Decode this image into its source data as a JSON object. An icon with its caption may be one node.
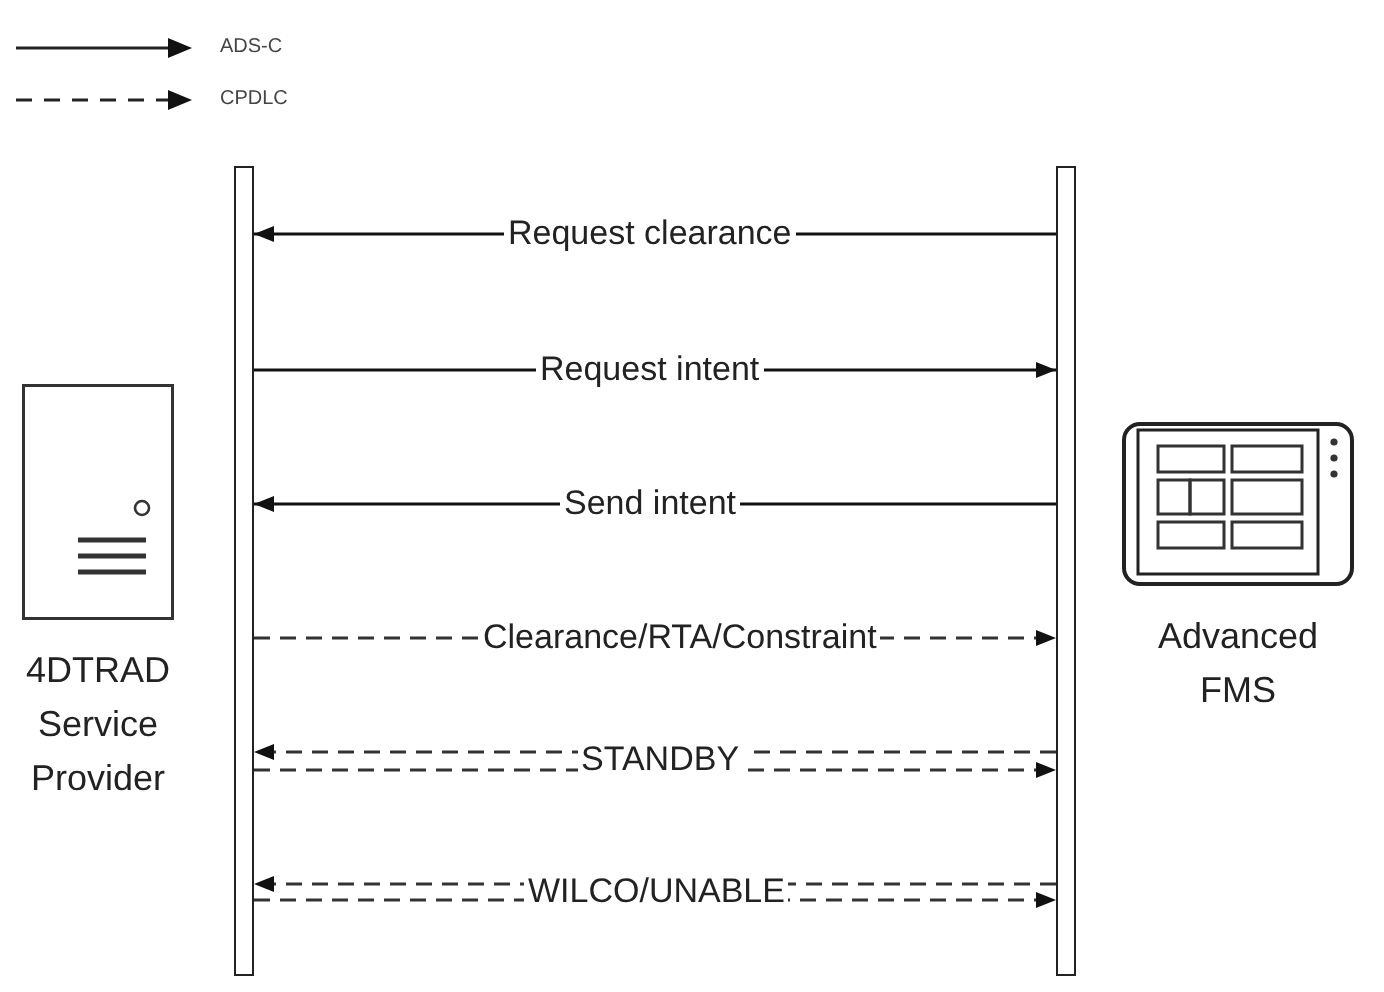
{
  "diagram": {
    "nodes": [
      {
        "text": [
          "4DTRAD Service Provider"
        ]
      },
      {
        "text": [],
        "shape": "bar"
      },
      {
        "text": [],
        "shape": "bar"
      },
      {
        "text": [
          "Advanced FMS"
        ]
      }
    ],
    "edges": [
      {
        "from": 2,
        "to": 1,
        "arrow": "to",
        "label": "Request clearance"
      },
      {
        "from": 1,
        "to": 2,
        "arrow": "to",
        "label": "Request intent"
      },
      {
        "from": 2,
        "to": 1,
        "arrow": "to",
        "label": "Send intent"
      },
      {
        "from": 1,
        "to": 2,
        "arrow": "to",
        "label": "Clearance/RTA/Constraint",
        "style": "dashed"
      },
      {
        "from": 2,
        "to": 1,
        "arrow": "to",
        "label": "STANDBY",
        "style": "dashed"
      },
      {
        "from": 1,
        "to": 2,
        "arrow": "to",
        "style": "dashed"
      },
      {
        "from": 2,
        "to": 1,
        "arrow": "to",
        "label": "WILCO/UNABLE",
        "style": "dashed"
      },
      {
        "from": 1,
        "to": 2,
        "arrow": "to",
        "style": "dashed"
      }
    ],
    "legend": [
      {
        "text": "ADS-C"
      },
      {
        "text": "CPDLC"
      }
    ]
  }
}
